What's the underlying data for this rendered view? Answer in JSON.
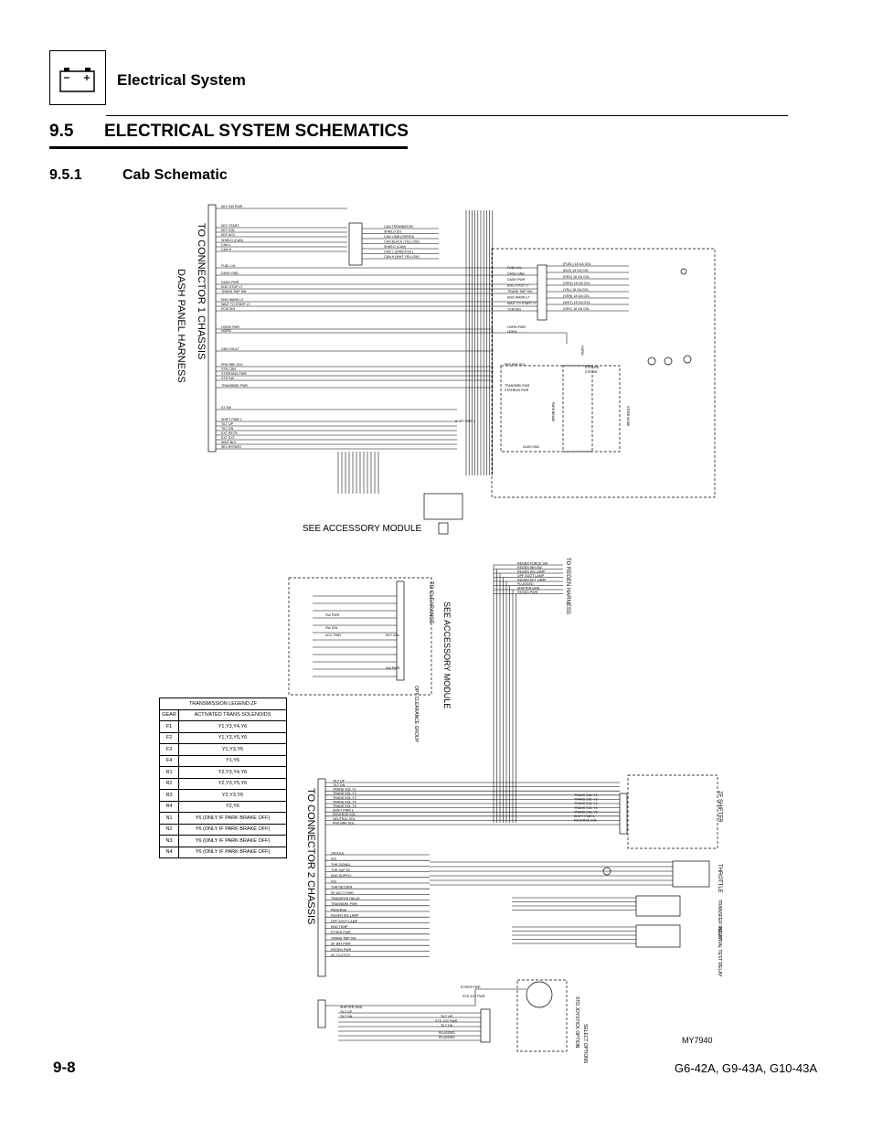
{
  "header": {
    "section_icon": "battery-icon",
    "title": "Electrical System"
  },
  "section": {
    "number": "9.5",
    "title": "ELECTRICAL SYSTEM SCHEMATICS"
  },
  "subsection": {
    "number": "9.5.1",
    "title": "Cab Schematic"
  },
  "schematic": {
    "connector1_label": "TO CONNECTOR 1 CHASSIS",
    "harness_label": "DASH PANEL HARNESS",
    "connector2_label": "TO CONNECTOR 2  CHASSIS",
    "accessory_label": "SEE ACCESSORY MODULE",
    "accessory_label_vertical": "SEE ACCESSORY MODULE",
    "reference": "MY7940",
    "dash_wires_group1": [
      "KEY SW PWR",
      "KEY START",
      "KEY IGN",
      "KEY ACC",
      "SHIELD (CAN)",
      "CAN L",
      "CAN H"
    ],
    "dash_wires_group2": [
      "FUEL LVL",
      "DASH GND",
      "DASH PWR",
      "ENG STOP LT",
      "TRANS TMP SW",
      "ENG WARN LT",
      "WAIT TO START LT",
      "ECM SIG"
    ],
    "dash_wires_group3": [
      "HORN PWR",
      "HORN",
      "GND FAULT",
      "PRK BRK SOL",
      "STR CRB",
      "STEERING PWR",
      "STR SW",
      "TRANSBRK PWR"
    ],
    "dash_wires_group4": [
      "AT SW",
      "SHIFT PWR 1",
      "TILT UP",
      "TILT DN",
      "EXT RETR",
      "EXT EXT",
      "WAIT BLK",
      "SEL BYPASS"
    ],
    "can_labels": [
      "CAN TERMINATOR",
      "SHIELD (D)",
      "CAN LIMB (GREEN)",
      "CAN BLACK (YELLOW)",
      "SHIELD (CAN)",
      "CAN L (GREEN BL)",
      "CAN H (WHT YELLOW)"
    ],
    "dash_panel_labels": [
      "FUEL LVL",
      "DASH GND",
      "DASH PWR",
      "ENG STOP LT",
      "TRANS TMP SW",
      "ENG WARN LT",
      "WAIT TO START LT",
      "TCM SIG"
    ],
    "gauge_labels": [
      "(FUEL) 18 GA GXL",
      "(BLK) 18 GA GXL",
      "(RED) 18 GA GXL",
      "(ORG) 18 GA GXL",
      "(YEL) 18 GA GXL",
      "(GRN) 18 GA GXL",
      "(WHT) 18 GA GXL",
      "(GRY) 18 GA GXL"
    ],
    "horn_labels": [
      "HORN PWR",
      "HORN",
      "HORN"
    ],
    "brake_labels": [
      "PRK BRK SOL",
      "TRANSBRK PWR",
      "STEERING PWR",
      "STR SW",
      "STR CRB",
      "PARK BRAKE",
      "STEER MODE",
      "SHIFT PWR 1",
      "DASH GND"
    ],
    "reg_harness_label": "TO REGEN HARNESS",
    "reg_harness_wires": [
      "REGEN FORCE SW",
      "REGEN INH SW",
      "REGEN DIS LAMP",
      "DPF SOOT LAMP",
      "REGEN ACT LAMP",
      "PLUGGED",
      "SHIFTER GND",
      "REGEN PWR"
    ],
    "zf_shifter_label": "ZF SHIFTER",
    "throttle_label": "THROTTLE",
    "transfer_relay_label": "TRANSFER RELAY",
    "neutral_test_label": "NEUTRAL TEST RELAY",
    "clearance_label": "TO CLEARANCE",
    "clearance_option_label": "OPT CLEARANCE GROUP",
    "accessory_wires": [
      "SW PWR",
      "SW IGN",
      "ACC PWR",
      "KEY IGN",
      "SW PWR"
    ],
    "trans_wires": [
      "TILT UP",
      "TILT DN",
      "TRANS SOL Y1",
      "TRANS SOL Y2",
      "TRANS SOL Y3",
      "TRANS SOL Y4",
      "TRANS SOL Y5",
      "SHIFT PWR 1",
      "REVERSE SOL",
      "NEUTRAL SOL",
      "PRK BRK SOL"
    ],
    "conn2_wires": [
      "ON IDLE",
      "IVS",
      "THR SIGNAL",
      "THR SUP 5V",
      "ENG SUPPLY",
      "IVS",
      "THR RETURN",
      "SF ACCY PWR",
      "TRANSFER RELAY",
      "TRANSBRK PWR",
      "REVERSE",
      "REGEN DIS LAMP",
      "DPF SOOT LAMP",
      "ENG TEMP",
      "ETHER PWR",
      "TRANS TMP SW",
      "SF BAT PWR",
      "REGEN PWR",
      "AC CLUTCH"
    ],
    "bottom_labels": [
      "ETHER PWR",
      "STD JOY PWR",
      "TILT UP",
      "STD JOY PWR",
      "TILT DN",
      "PLUGGED",
      "PLUGGED",
      "SHIFTER GND",
      "TILT UP",
      "TILT DN"
    ],
    "std_joystick_label": "STD JOYSTICK OPTION",
    "sel_options_label": "SELECT OPTIONS"
  },
  "transmission_legend": {
    "title": "TRANSMISSION LEGEND ZF",
    "col_gear": "GEAR",
    "col_solenoids": "ACTIVATED TRANS SOLENOIDS",
    "rows": [
      {
        "gear": "F1",
        "solenoids": "Y1,Y3,Y4,Y6"
      },
      {
        "gear": "F2",
        "solenoids": "Y1,Y3,Y5,Y6"
      },
      {
        "gear": "F3",
        "solenoids": "Y1,Y3,Y6"
      },
      {
        "gear": "F4",
        "solenoids": "Y1,Y6"
      },
      {
        "gear": "R1",
        "solenoids": "Y2,Y3,Y4,Y6"
      },
      {
        "gear": "R2",
        "solenoids": "Y2,Y3,Y5,Y6"
      },
      {
        "gear": "R3",
        "solenoids": "Y2,Y3,Y6"
      },
      {
        "gear": "R4",
        "solenoids": "Y2,Y6"
      },
      {
        "gear": "N1",
        "solenoids": "Y6 (ONLY IF PARK BRAKE OFF)"
      },
      {
        "gear": "N2",
        "solenoids": "Y6 (ONLY IF PARK BRAKE OFF)"
      },
      {
        "gear": "N3",
        "solenoids": "Y6 (ONLY IF PARK BRAKE OFF)"
      },
      {
        "gear": "N4",
        "solenoids": "Y6 (ONLY IF PARK BRAKE OFF)"
      }
    ]
  },
  "footer": {
    "page_number": "9-8",
    "models": "G6-42A, G9-43A, G10-43A"
  }
}
